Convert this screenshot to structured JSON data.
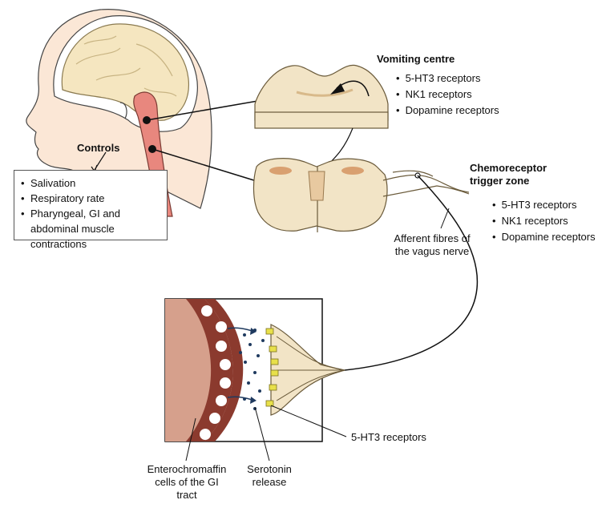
{
  "vomiting_centre": {
    "title": "Vomiting centre",
    "receptors": [
      "5-HT3 receptors",
      "NK1 receptors",
      "Dopamine receptors"
    ]
  },
  "ctz": {
    "title_line1": "Chemoreceptor",
    "title_line2": "trigger zone",
    "receptors": [
      "5-HT3 receptors",
      "NK1 receptors",
      "Dopamine receptors"
    ]
  },
  "controls": {
    "title": "Controls",
    "items": [
      "Salivation",
      "Respiratory rate",
      "Pharyngeal, GI and",
      "abdominal muscle",
      "contractions"
    ]
  },
  "afferent": {
    "line1": "Afferent fibres of",
    "line2": "the vagus nerve"
  },
  "gut": {
    "receptor_label": "5-HT3 receptors",
    "ec_line1": "Enterochromaffin",
    "ec_line2": "cells of the GI",
    "ec_line3": "tract",
    "serotonin_line1": "Serotonin",
    "serotonin_line2": "release"
  },
  "colors": {
    "brain": "#f5e6c0",
    "spinal": "#f2e4c6",
    "brainstem": "#e8877e",
    "gut_wall": "#8b3a2e",
    "gut_lumen": "#d6a08c",
    "receptor": "#e8e04a",
    "arrow": "#1f3a5f"
  }
}
